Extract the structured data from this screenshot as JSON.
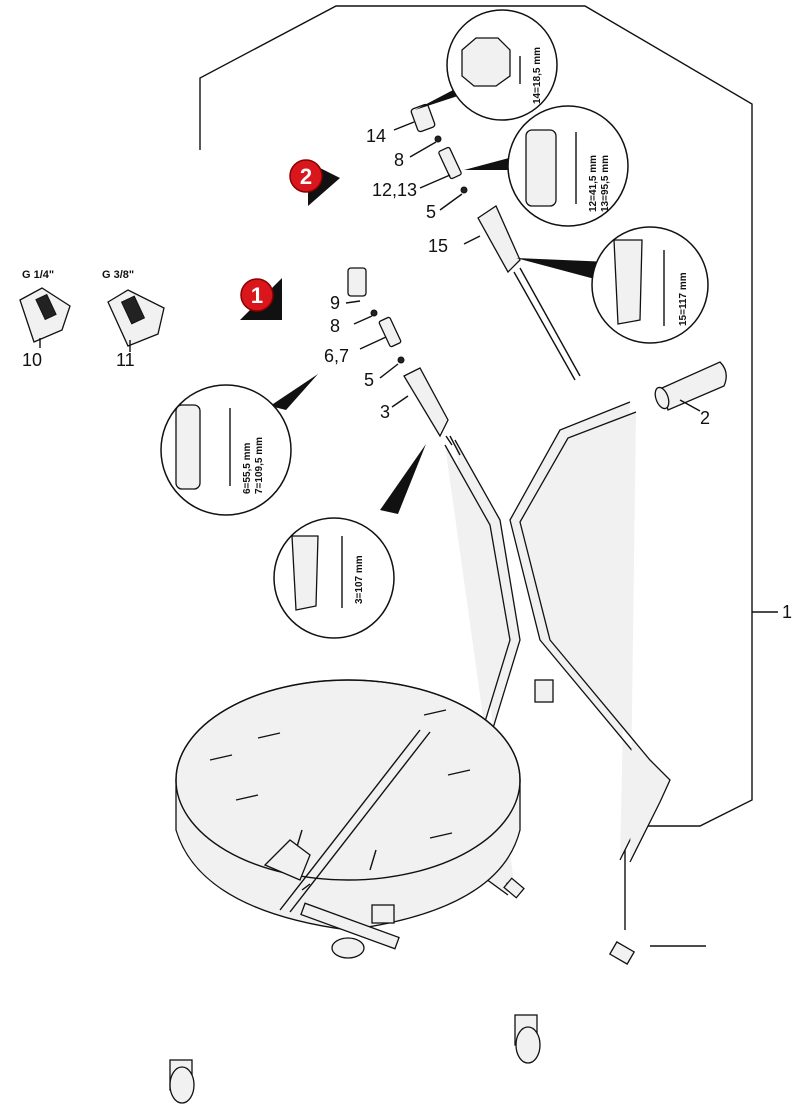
{
  "labels": {
    "l1": "1",
    "l2": "2",
    "l3": "3",
    "l5a": "5",
    "l5b": "5",
    "l67": "6,7",
    "l8a": "8",
    "l8b": "8",
    "l9": "9",
    "l10": "10",
    "l11": "11",
    "l1213": "12,13",
    "l14": "14",
    "l15": "15"
  },
  "threads": {
    "t10": "G 1/4\"",
    "t11": "G 3/8\""
  },
  "badges": {
    "b1": "1",
    "b2": "2"
  },
  "dims": {
    "d14": "14=18,5 mm",
    "d12": "12=41,5 mm",
    "d13": "13=95,5 mm",
    "d15": "15=117 mm",
    "d6": "6=55,5 mm",
    "d7": "7=109,5 mm",
    "d3": "3=107 mm"
  },
  "colors": {
    "badge": "#d9161b",
    "line": "#111111"
  }
}
